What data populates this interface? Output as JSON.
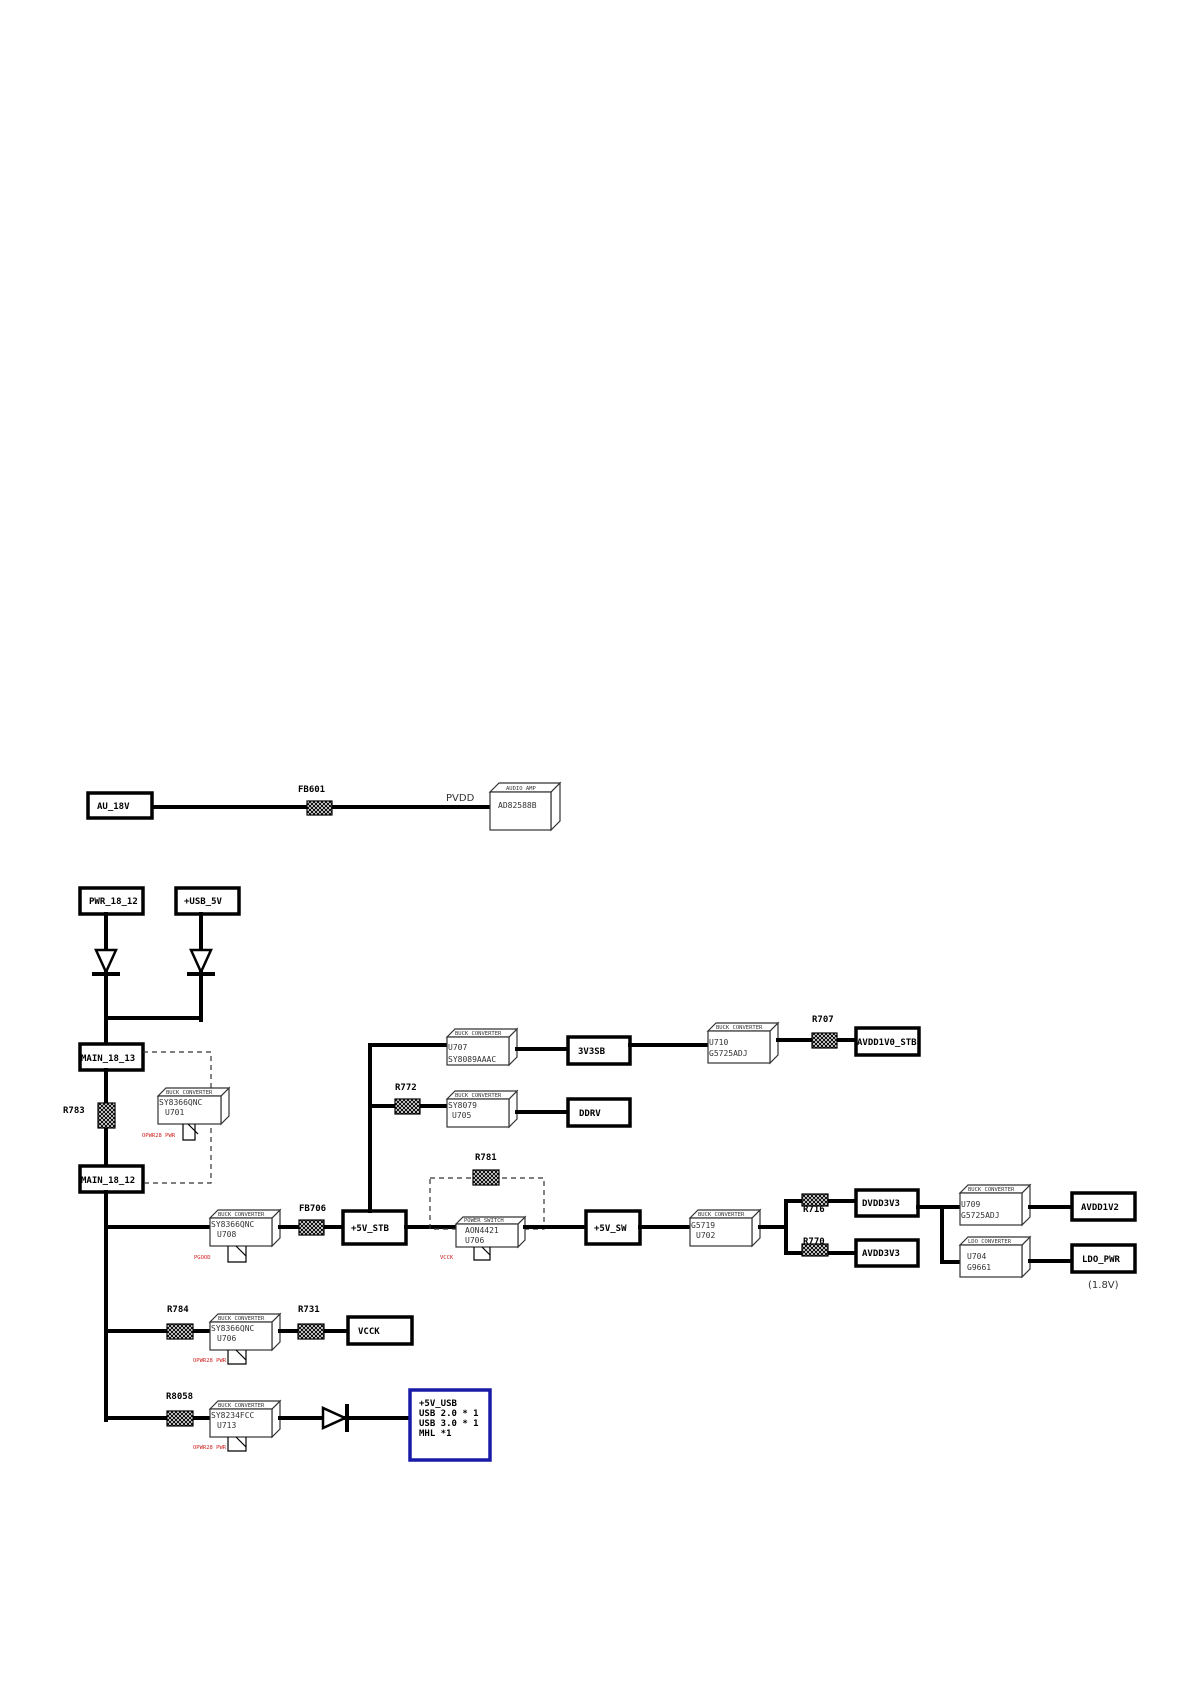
{
  "rails": {
    "au18v": "AU_18V",
    "pwr1812": "PWR_18_12",
    "usb5v": "+USB_5V",
    "main1813": "MAIN_18_13",
    "main1812": "MAIN_18_12",
    "v5stb": "+5V_STB",
    "v3v3sb": "3V3SB",
    "avdd1v0stb": "AVDD1V0_STB",
    "ddrv": "DDRV",
    "v5sw": "+5V_SW",
    "dvdd3v3": "DVDD3V3",
    "avdd3v3": "AVDD3V3",
    "avdd1v2": "AVDD1V2",
    "ldopwr": "LDO_PWR",
    "vcck": "VCCK"
  },
  "usb_box": {
    "line1": "+5V_USB",
    "line2": "USB 2.0 * 1",
    "line3": "USB 3.0 * 1",
    "line4": "MHL *1"
  },
  "components": {
    "fb601": "FB601",
    "pvdd": "PVDD",
    "r707": "R707",
    "r772": "R772",
    "r783": "R783",
    "r781": "R781",
    "fb706": "FB706",
    "r716": "R716",
    "r770": "R770",
    "r784": "R784",
    "r731": "R731",
    "r8058": "R8058"
  },
  "chips": {
    "audio_amp": {
      "tag": "AUDIO AMP",
      "line1": "AD82588B",
      "line2": ""
    },
    "u707": {
      "tag": "BUCK CONVERTER",
      "line1": "U707",
      "line2": "SY8089AAAC"
    },
    "u710": {
      "tag": "BUCK CONVERTER",
      "line1": "U710",
      "line2": "G5725ADJ"
    },
    "u705": {
      "tag": "BUCK CONVERTER",
      "line1": "SY8079",
      "line2": "U705"
    },
    "u701": {
      "tag": "BUCK CONVERTER",
      "line1": "SY8366QNC",
      "line2": "U701"
    },
    "u708": {
      "tag": "BUCK CONVERTER",
      "line1": "SY8366QNC",
      "line2": "U708"
    },
    "u706": {
      "tag": "POWER SWITCH",
      "line1": "AON4421",
      "line2": "U706"
    },
    "u702": {
      "tag": "BUCK CONVERTER",
      "line1": "G5719",
      "line2": "U702"
    },
    "u709": {
      "tag": "BUCK CONVERTER",
      "line1": "U709",
      "line2": "G5725ADJ"
    },
    "u704": {
      "tag": "LDO CONVERTER",
      "line1": "U704",
      "line2": "G9661"
    },
    "u706b": {
      "tag": "BUCK CONVERTER",
      "line1": "SY8366QNC",
      "line2": "U706"
    },
    "u713": {
      "tag": "BUCK CONVERTER",
      "line1": "SY8234FCC",
      "line2": "U713"
    }
  },
  "red_notes": {
    "n701": "OPWR28 PWR",
    "n708": "PGOOD",
    "n706": "VCCK",
    "n706b": "OPWR28 PWR",
    "n713": "OPWR28 PWR"
  },
  "notes": {
    "ldo_voltage": "(1.8V)"
  }
}
